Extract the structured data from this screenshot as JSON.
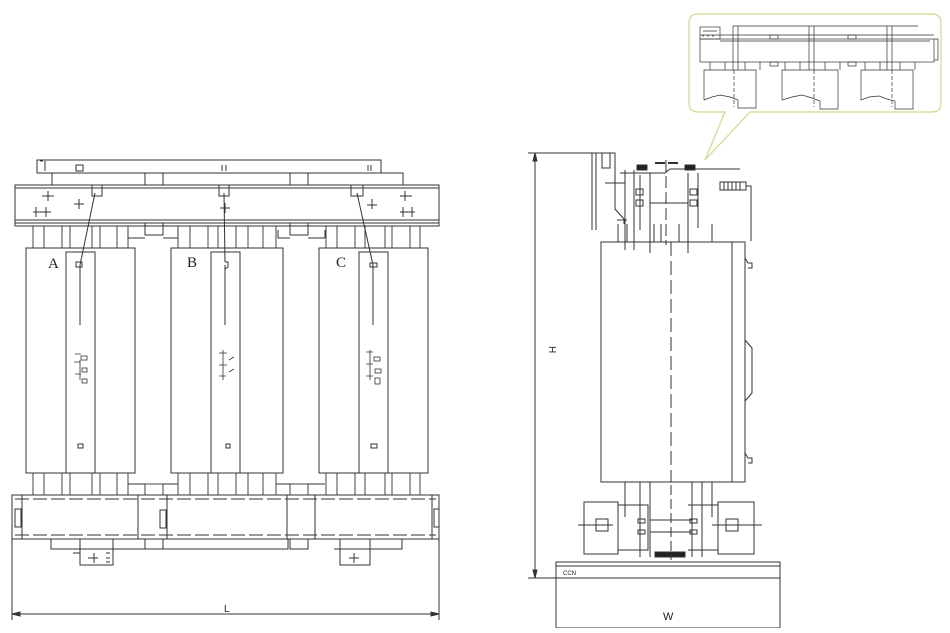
{
  "drawing": {
    "type": "dry-type transformer outline drawing",
    "stroke_color": "#333333",
    "callout_color": "#c9dc8e",
    "front_view": {
      "phase_labels": [
        "A",
        "B",
        "C"
      ],
      "dimension_length_label": "L"
    },
    "side_view": {
      "dimension_height_label": "H",
      "dimension_width_label": "W",
      "base_mark": "CCN"
    },
    "detail_callout": {
      "description": "top view of busbar connections"
    }
  }
}
